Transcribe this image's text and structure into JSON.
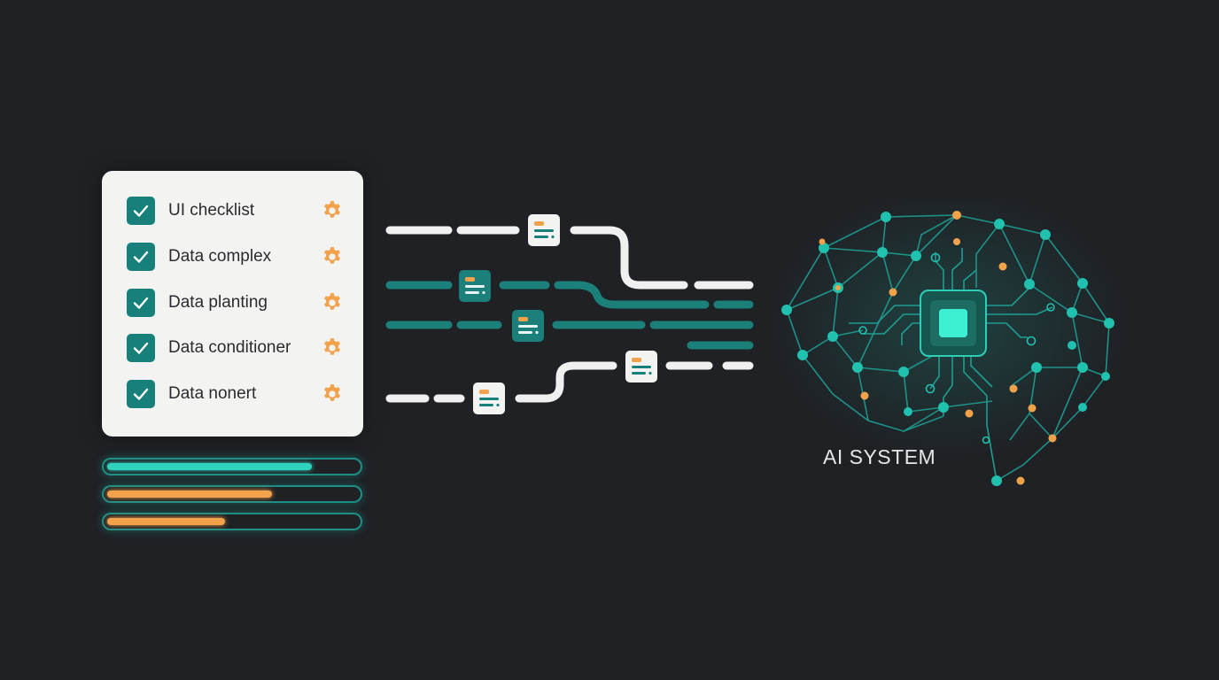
{
  "checklist": {
    "items": [
      {
        "label": "UI checklist",
        "checked": true
      },
      {
        "label": "Data complex",
        "checked": true
      },
      {
        "label": "Data planting",
        "checked": true
      },
      {
        "label": "Data conditioner",
        "checked": true
      },
      {
        "label": "Data nonert",
        "checked": true
      }
    ]
  },
  "progress_bars": [
    {
      "level": 0.82,
      "color": "#2fd3bd"
    },
    {
      "level": 0.66,
      "color": "#f2a24a"
    },
    {
      "level": 0.47,
      "color": "#f2a24a"
    }
  ],
  "ai_system": {
    "label": "AI SYSTEM"
  },
  "colors": {
    "background": "#1f2125",
    "panel": "#f3f3f2",
    "teal": "#17807a",
    "teal_bright": "#2fd3bd",
    "orange": "#f2a24a",
    "white_line": "#f0f0f0"
  },
  "icons": {
    "check": "check-icon",
    "gear": "gear-icon",
    "document": "document-icon",
    "chip": "chip-icon"
  }
}
